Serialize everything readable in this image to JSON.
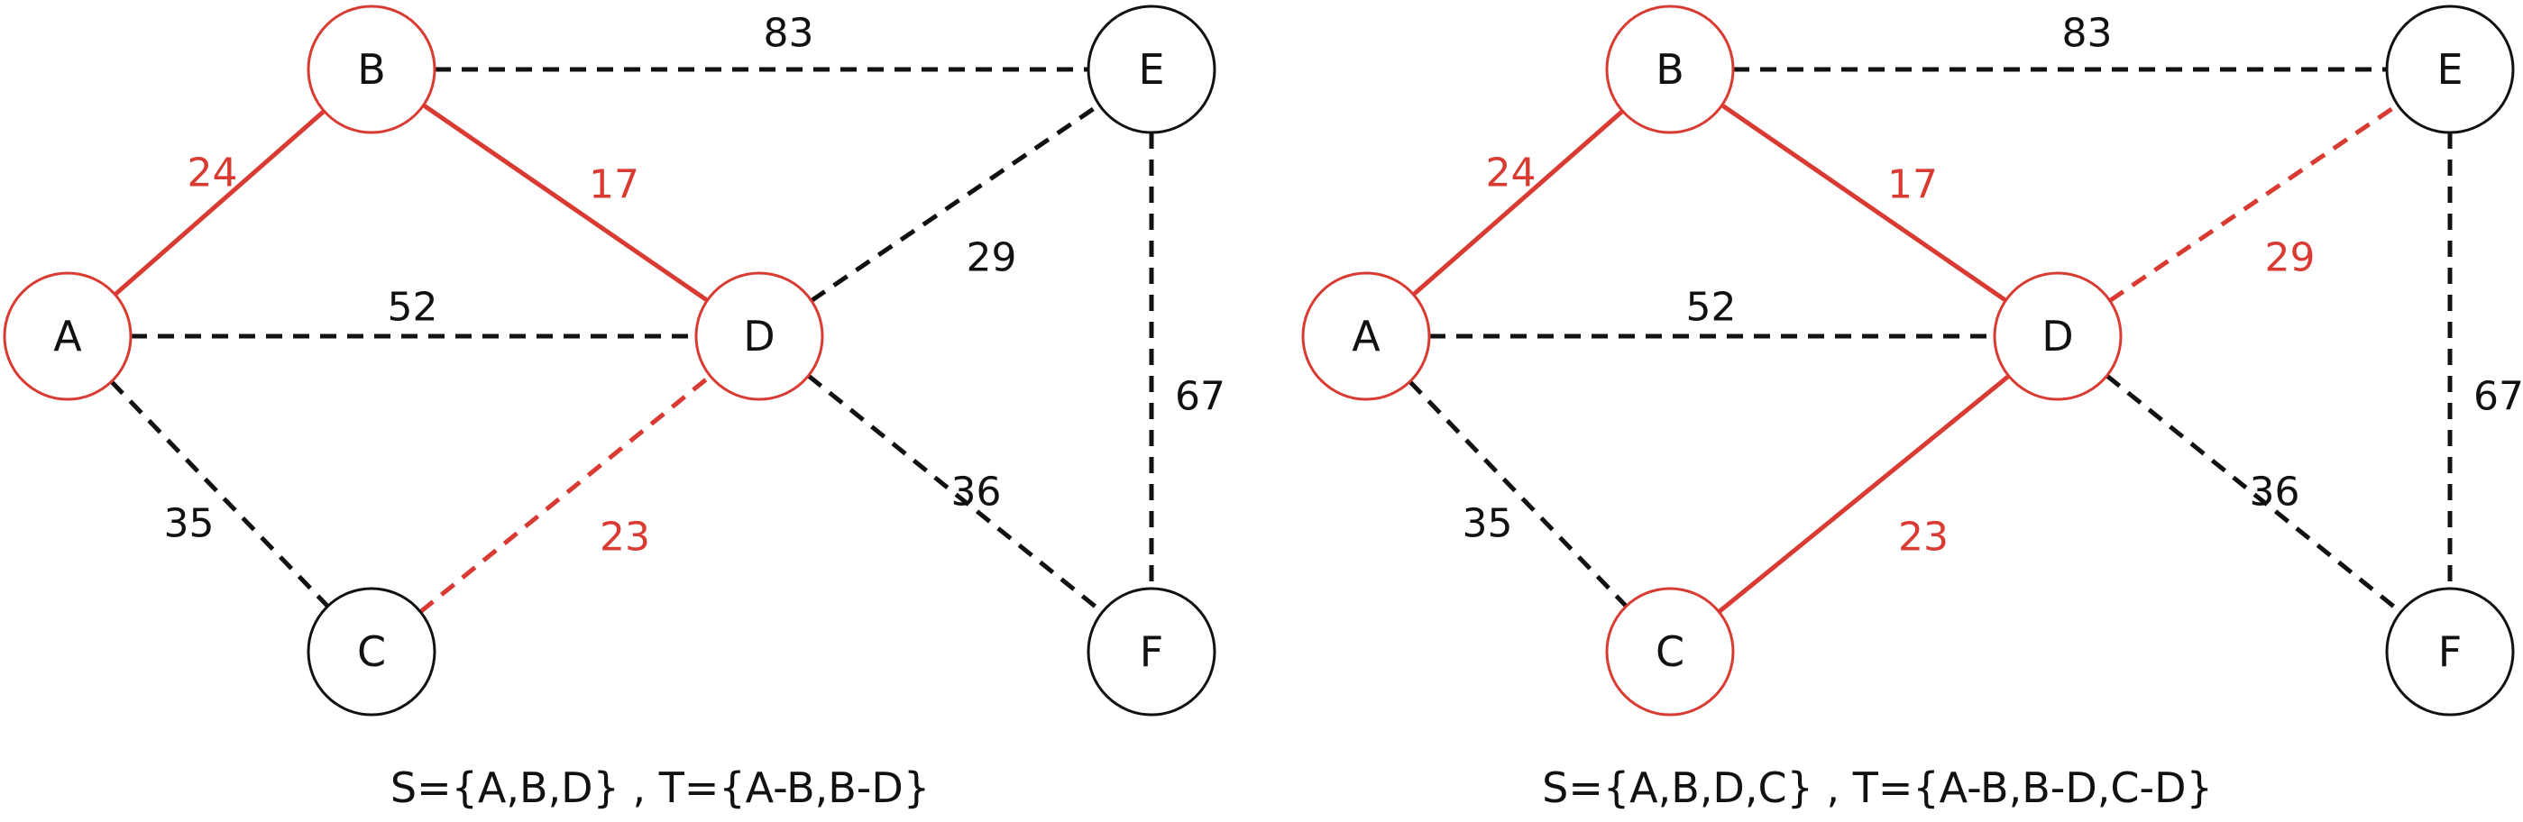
{
  "colors": {
    "highlight": "#d93b33",
    "normal": "#111111",
    "background": "#ffffff"
  },
  "panels": [
    {
      "nodes": [
        {
          "id": "A",
          "label": "A",
          "highlighted": true
        },
        {
          "id": "B",
          "label": "B",
          "highlighted": true
        },
        {
          "id": "C",
          "label": "C",
          "highlighted": false
        },
        {
          "id": "D",
          "label": "D",
          "highlighted": true
        },
        {
          "id": "E",
          "label": "E",
          "highlighted": false
        },
        {
          "id": "F",
          "label": "F",
          "highlighted": false
        }
      ],
      "edges": [
        {
          "from": "A",
          "to": "B",
          "weight": "24",
          "style": "solid",
          "highlighted": true
        },
        {
          "from": "B",
          "to": "D",
          "weight": "17",
          "style": "solid",
          "highlighted": true
        },
        {
          "from": "B",
          "to": "E",
          "weight": "83",
          "style": "dashed",
          "highlighted": false
        },
        {
          "from": "A",
          "to": "D",
          "weight": "52",
          "style": "dashed",
          "highlighted": false
        },
        {
          "from": "A",
          "to": "C",
          "weight": "35",
          "style": "dashed",
          "highlighted": false
        },
        {
          "from": "C",
          "to": "D",
          "weight": "23",
          "style": "dashed",
          "highlighted": true
        },
        {
          "from": "D",
          "to": "E",
          "weight": "29",
          "style": "dashed",
          "highlighted": false
        },
        {
          "from": "D",
          "to": "F",
          "weight": "36",
          "style": "dashed",
          "highlighted": false
        },
        {
          "from": "E",
          "to": "F",
          "weight": "67",
          "style": "dashed",
          "highlighted": false
        }
      ],
      "caption": "S={A,B,D} , T={A-B,B-D}"
    },
    {
      "nodes": [
        {
          "id": "A",
          "label": "A",
          "highlighted": true
        },
        {
          "id": "B",
          "label": "B",
          "highlighted": true
        },
        {
          "id": "C",
          "label": "C",
          "highlighted": true
        },
        {
          "id": "D",
          "label": "D",
          "highlighted": true
        },
        {
          "id": "E",
          "label": "E",
          "highlighted": false
        },
        {
          "id": "F",
          "label": "F",
          "highlighted": false
        }
      ],
      "edges": [
        {
          "from": "A",
          "to": "B",
          "weight": "24",
          "style": "solid",
          "highlighted": true
        },
        {
          "from": "B",
          "to": "D",
          "weight": "17",
          "style": "solid",
          "highlighted": true
        },
        {
          "from": "B",
          "to": "E",
          "weight": "83",
          "style": "dashed",
          "highlighted": false
        },
        {
          "from": "A",
          "to": "D",
          "weight": "52",
          "style": "dashed",
          "highlighted": false
        },
        {
          "from": "A",
          "to": "C",
          "weight": "35",
          "style": "dashed",
          "highlighted": false
        },
        {
          "from": "C",
          "to": "D",
          "weight": "23",
          "style": "solid",
          "highlighted": true
        },
        {
          "from": "D",
          "to": "E",
          "weight": "29",
          "style": "dashed",
          "highlighted": true
        },
        {
          "from": "D",
          "to": "F",
          "weight": "36",
          "style": "dashed",
          "highlighted": false
        },
        {
          "from": "E",
          "to": "F",
          "weight": "67",
          "style": "dashed",
          "highlighted": false
        }
      ],
      "caption": "S={A,B,D,C} , T={A-B,B-D,C-D}"
    }
  ]
}
